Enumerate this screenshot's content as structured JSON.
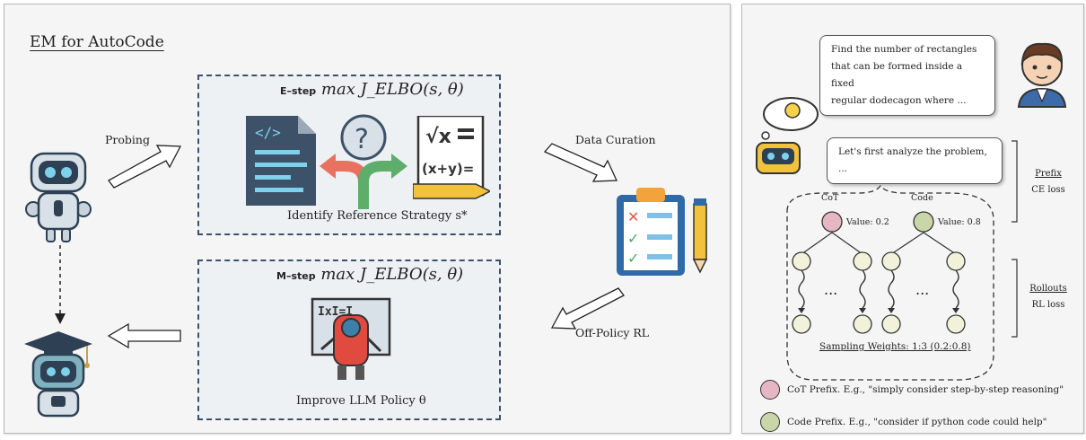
{
  "left": {
    "title": "EM for AutoCode",
    "estep": {
      "prefix": "E–step",
      "math": "max J_ELBO(s, θ)",
      "caption": "Identify Reference Strategy s*"
    },
    "mstep": {
      "prefix": "M–step",
      "math": "max J_ELBO(s, θ)",
      "caption": "Improve LLM Policy θ"
    },
    "arrows": {
      "probing": "Probing",
      "data_curation": "Data Curation",
      "off_policy": "Off-Policy RL"
    }
  },
  "right": {
    "user_bubble": [
      "Find the number of rectangles",
      "that can be formed inside a fixed",
      "regular dodecagon where ..."
    ],
    "robot_bubble": "Let's first analyze the problem, ...",
    "cot_label": "CoT",
    "code_label": "Code",
    "cot_value": "Value: 0.2",
    "code_value": "Value: 0.8",
    "ellipsis": "...",
    "sampling": "Sampling Weights: 1:3 (0.2:0.8)",
    "prefix_title": "Prefix",
    "prefix_loss": "CE loss",
    "rollouts_title": "Rollouts",
    "rollouts_loss": "RL loss",
    "legend": [
      {
        "text": "CoT Prefix. E.g., \"simply consider step-by-step reasoning\"",
        "color": "#e6b6c4"
      },
      {
        "text": "Code Prefix. E.g., \"consider if python code could help\"",
        "color": "#c8d6a8"
      }
    ],
    "node_color": "#f2f1d9"
  }
}
